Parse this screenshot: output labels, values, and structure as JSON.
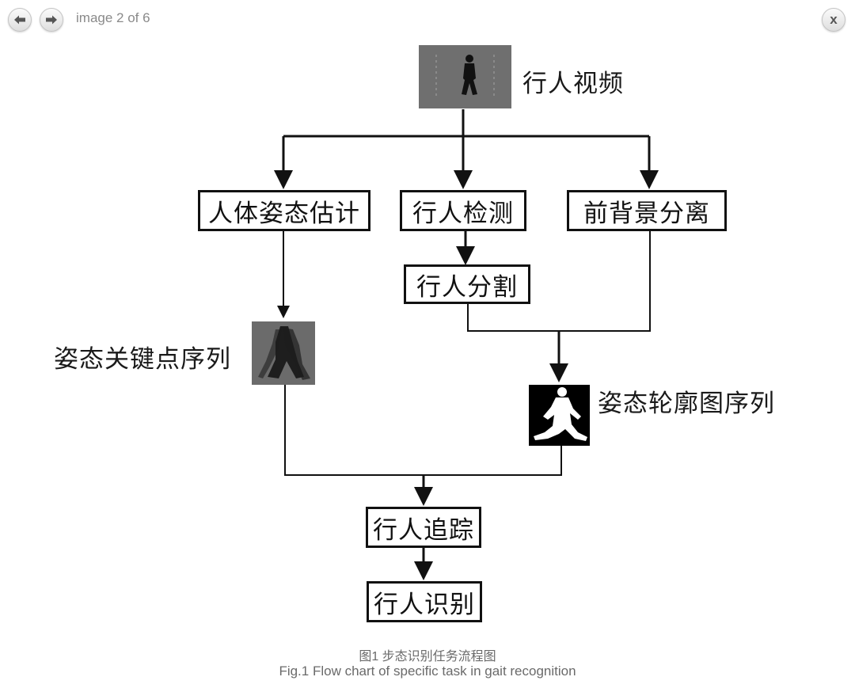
{
  "viewer": {
    "counter": "image 2 of 6",
    "prev_icon": "arrow-left-icon",
    "next_icon": "arrow-right-icon",
    "close_icon": "close-icon",
    "close_glyph": "x"
  },
  "diagram": {
    "source_label": "行人视频",
    "nodes": {
      "pose_estimation": "人体姿态估计",
      "pedestrian_detection": "行人检测",
      "bg_separation": "前背景分离",
      "pedestrian_segmentation": "行人分割",
      "tracking": "行人追踪",
      "recognition": "行人识别"
    },
    "labels": {
      "keypoint_sequence": "姿态关键点序列",
      "silhouette_sequence": "姿态轮廓图序列"
    }
  },
  "caption": {
    "zh": "图1 步态识别任务流程图",
    "en": "Fig.1 Flow chart of specific task in gait recognition"
  }
}
